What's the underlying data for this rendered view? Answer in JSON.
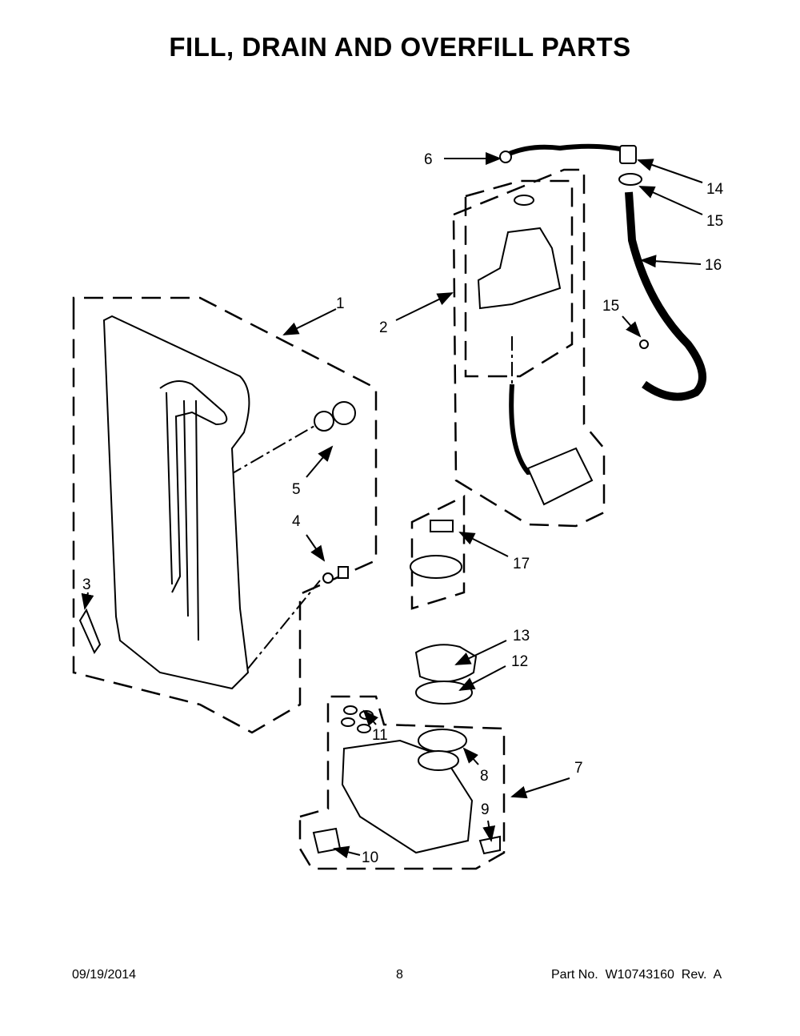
{
  "title": "FILL, DRAIN AND OVERFILL PARTS",
  "callouts": [
    "1",
    "2",
    "3",
    "4",
    "5",
    "6",
    "7",
    "8",
    "9",
    "10",
    "11",
    "12",
    "13",
    "14",
    "15",
    "16",
    "15",
    "17"
  ],
  "footer": {
    "date": "09/19/2014",
    "page": "8",
    "part": "Part No.  W10743160  Rev.  A"
  }
}
